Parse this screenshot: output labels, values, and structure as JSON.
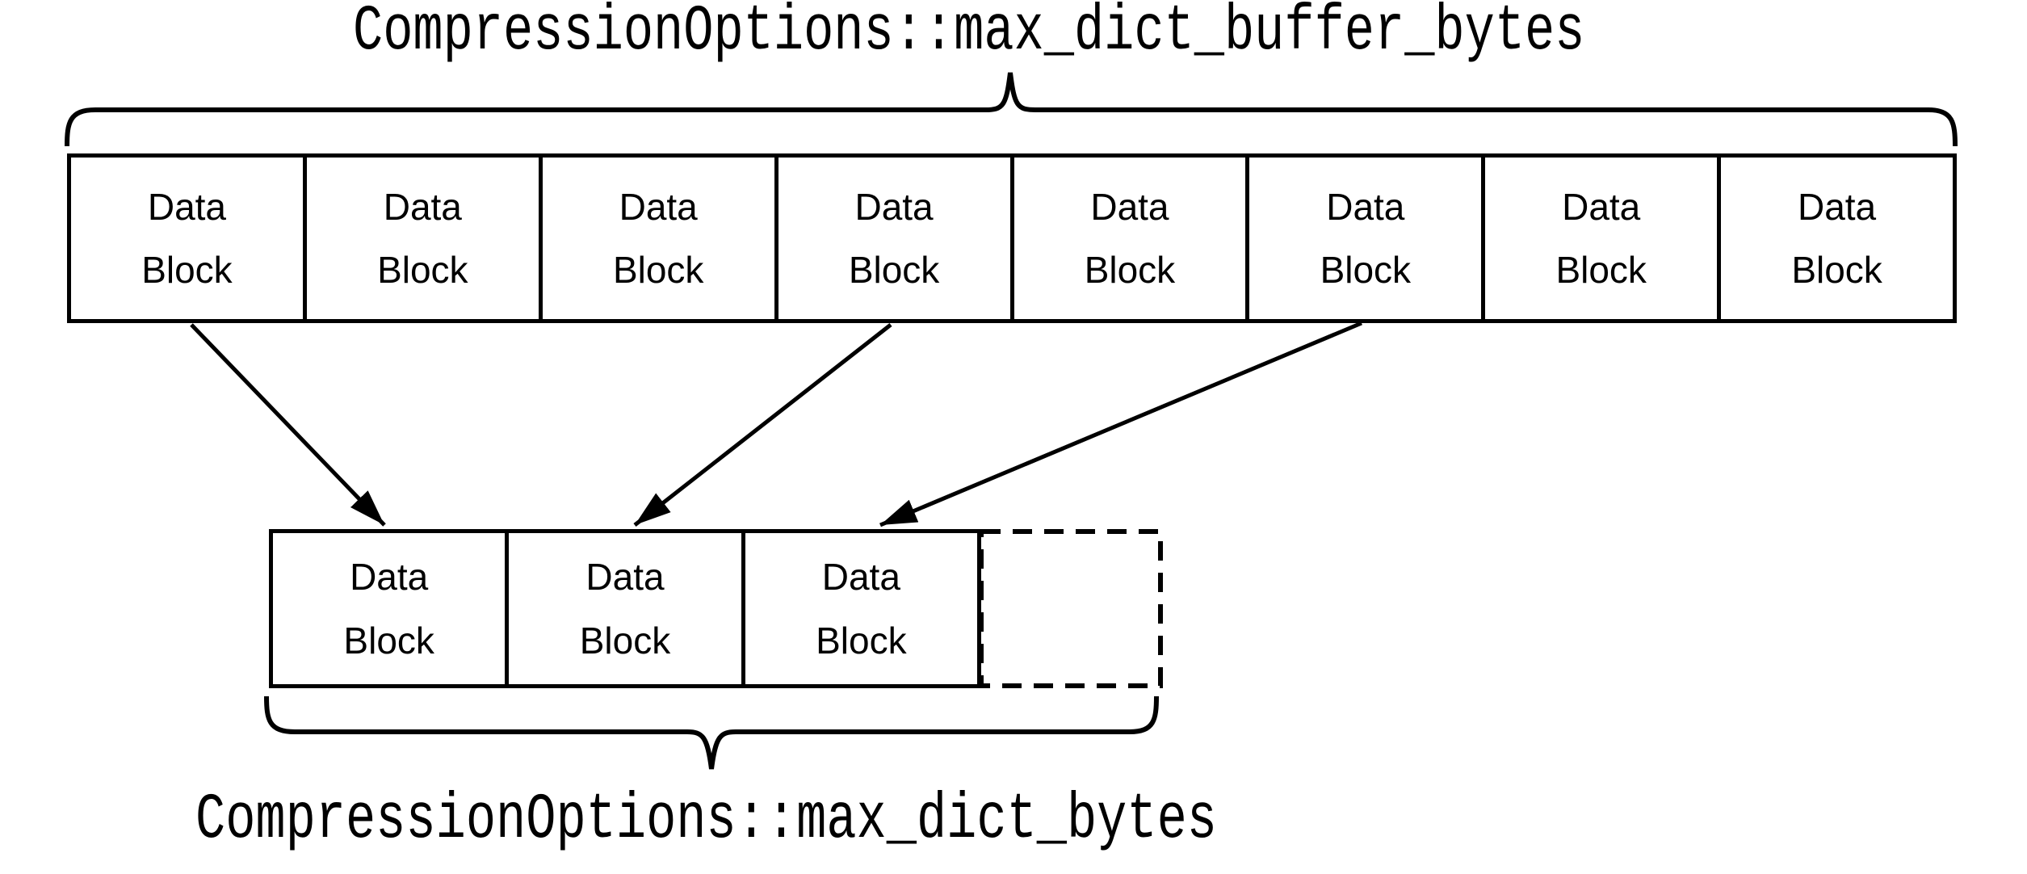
{
  "labels": {
    "top": "CompressionOptions::max_dict_buffer_bytes",
    "bottom": "CompressionOptions::max_dict_bytes"
  },
  "buffer_row": {
    "blocks": [
      "Data\nBlock",
      "Data\nBlock",
      "Data\nBlock",
      "Data\nBlock",
      "Data\nBlock",
      "Data\nBlock",
      "Data\nBlock",
      "Data\nBlock"
    ]
  },
  "dict_row": {
    "blocks": [
      "Data\nBlock",
      "Data\nBlock",
      "Data\nBlock"
    ],
    "placeholder_block": ""
  },
  "arrows": [
    {
      "from": "buffer-block-1",
      "to": "dict-block-1"
    },
    {
      "from": "buffer-block-4",
      "to": "dict-block-2"
    },
    {
      "from": "buffer-block-6",
      "to": "dict-block-3"
    }
  ],
  "colors": {
    "stroke": "#000000",
    "background": "#ffffff"
  }
}
